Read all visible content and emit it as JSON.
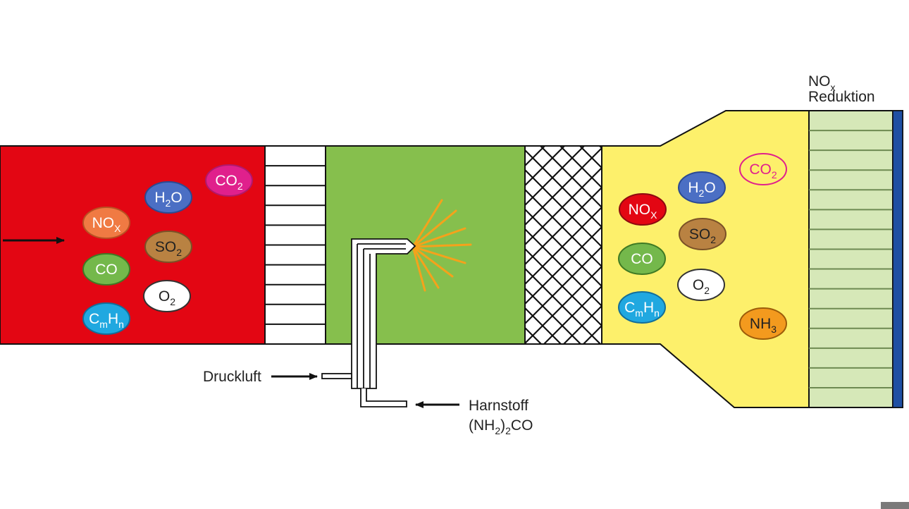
{
  "labels": {
    "druckluft": "Druckluft",
    "harnstoff": "Harnstoff",
    "formula_open": "(NH",
    "formula_sub": "2",
    "formula_close": ")",
    "formula_sub2": "2",
    "formula_end": "CO",
    "reduction_main": "NO",
    "reduction_sub": "x",
    "reduction_word": "Reduktion"
  },
  "colors": {
    "inlet": "#e30613",
    "mid": "#86bf4d",
    "outlet": "#fdf06b",
    "catalyst_stripe": "#d6e8b8",
    "end_cap": "#1f4fa3",
    "spray": "#f5a21b"
  },
  "molecules_left": [
    {
      "id": "co2",
      "base": "CO",
      "sub": "2",
      "fill": "#e0208c",
      "stroke": "#b0186b",
      "text": "#ffffff"
    },
    {
      "id": "h2o",
      "base": "H",
      "sub": "2",
      "tail": "O",
      "fill": "#4b6fc4",
      "stroke": "#2b4a92",
      "text": "#ffffff"
    },
    {
      "id": "nox",
      "base": "NO",
      "sub": "X",
      "fill": "#f07a43",
      "stroke": "#b75223",
      "text": "#ffffff"
    },
    {
      "id": "so2",
      "base": "SO",
      "sub": "2",
      "fill": "#b98242",
      "stroke": "#7a5127",
      "text": "#222222"
    },
    {
      "id": "co",
      "base": "CO",
      "fill": "#74b84b",
      "stroke": "#3f7a24",
      "text": "#ffffff"
    },
    {
      "id": "o2",
      "base": "O",
      "sub": "2",
      "fill": "#ffffff",
      "stroke": "#333333",
      "text": "#222222"
    },
    {
      "id": "cmhn",
      "base": "C",
      "sub": "m",
      "tail": "H",
      "sub2": "n",
      "fill": "#20a8e0",
      "stroke": "#136e99",
      "text": "#ffffff"
    }
  ],
  "molecules_right": [
    {
      "id": "co2",
      "base": "CO",
      "sub": "2",
      "fill": "#fdf06b",
      "stroke": "#e0208c",
      "text": "#e0208c"
    },
    {
      "id": "h2o",
      "base": "H",
      "sub": "2",
      "tail": "O",
      "fill": "#4b6fc4",
      "stroke": "#2b4a92",
      "text": "#ffffff"
    },
    {
      "id": "nox",
      "base": "NO",
      "sub": "X",
      "fill": "#e30613",
      "stroke": "#8d0a10",
      "text": "#ffffff"
    },
    {
      "id": "so2",
      "base": "SO",
      "sub": "2",
      "fill": "#b98242",
      "stroke": "#7a5127",
      "text": "#222222"
    },
    {
      "id": "co",
      "base": "CO",
      "fill": "#74b84b",
      "stroke": "#3f7a24",
      "text": "#ffffff"
    },
    {
      "id": "o2",
      "base": "O",
      "sub": "2",
      "fill": "#ffffff",
      "stroke": "#333333",
      "text": "#222222"
    },
    {
      "id": "cmhn",
      "base": "C",
      "sub": "m",
      "tail": "H",
      "sub2": "n",
      "fill": "#20a8e0",
      "stroke": "#136e99",
      "text": "#ffffff"
    },
    {
      "id": "nh3",
      "base": "NH",
      "sub": "3",
      "fill": "#f39a1e",
      "stroke": "#9c5c0a",
      "text": "#222222"
    }
  ]
}
